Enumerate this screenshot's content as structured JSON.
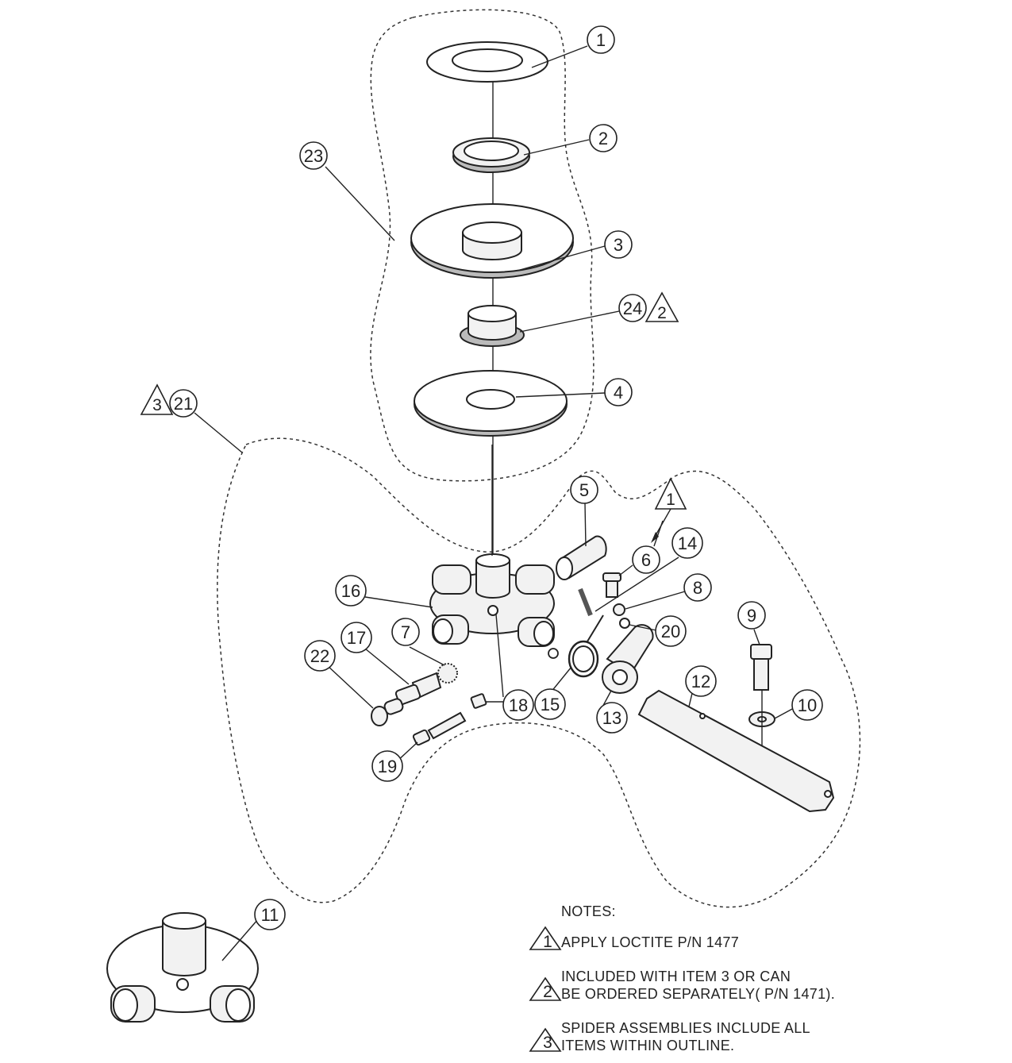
{
  "callouts": [
    {
      "id": "c1",
      "label": "1"
    },
    {
      "id": "c2",
      "label": "2"
    },
    {
      "id": "c3",
      "label": "3"
    },
    {
      "id": "c4",
      "label": "4"
    },
    {
      "id": "c5",
      "label": "5"
    },
    {
      "id": "c6",
      "label": "6"
    },
    {
      "id": "c7",
      "label": "7"
    },
    {
      "id": "c8",
      "label": "8"
    },
    {
      "id": "c9",
      "label": "9"
    },
    {
      "id": "c10",
      "label": "10"
    },
    {
      "id": "c11",
      "label": "11"
    },
    {
      "id": "c12",
      "label": "12"
    },
    {
      "id": "c13",
      "label": "13"
    },
    {
      "id": "c14",
      "label": "14"
    },
    {
      "id": "c15",
      "label": "15"
    },
    {
      "id": "c16",
      "label": "16"
    },
    {
      "id": "c17",
      "label": "17"
    },
    {
      "id": "c18",
      "label": "18"
    },
    {
      "id": "c19",
      "label": "19"
    },
    {
      "id": "c20",
      "label": "20"
    },
    {
      "id": "c21",
      "label": "21"
    },
    {
      "id": "c22",
      "label": "22"
    },
    {
      "id": "c23",
      "label": "23"
    },
    {
      "id": "c24",
      "label": "24"
    }
  ],
  "flags": {
    "flag_24": "2",
    "flag_21": "3",
    "flag_6": "1"
  },
  "notes": {
    "heading": "NOTES:",
    "note1": {
      "num": "1",
      "line1": "APPLY LOCTITE  P/N 1477"
    },
    "note2": {
      "num": "2",
      "line1": "INCLUDED WITH  ITEM 3 OR CAN",
      "line2": "BE ORDERED SEPARATELY( P/N 1471)."
    },
    "note3": {
      "num": "3",
      "line1": "SPIDER ASSEMBLIES INCLUDE  ALL",
      "line2": "ITEMS WITHIN OUTLINE."
    }
  }
}
